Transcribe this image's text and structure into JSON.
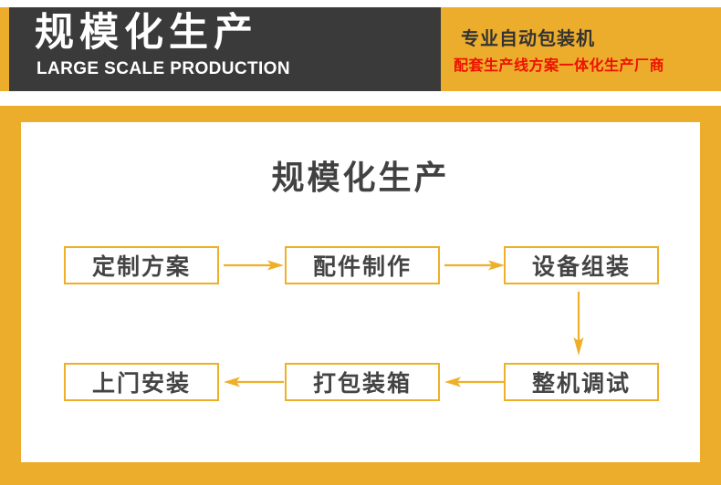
{
  "banner": {
    "title_cn": "规模化生产",
    "title_en": "LARGE SCALE PRODUCTION",
    "subtitle_main": "专业自动包装机",
    "subtitle_red": "配套生产线方案一体化生产厂商",
    "dark_color": "#3a3a3a",
    "yellow_color": "#edad2c",
    "red_color": "#ee1100"
  },
  "section": {
    "title": "规模化生产",
    "title_color": "#414141",
    "frame_color": "#edad2c",
    "box_border_color": "#eeb028",
    "box_text_color": "#444444",
    "arrow_color": "#eeb028"
  },
  "flow": {
    "steps": [
      {
        "label": "定制方案",
        "order": 1
      },
      {
        "label": "配件制作",
        "order": 2
      },
      {
        "label": "设备组装",
        "order": 3
      },
      {
        "label": "整机调试",
        "order": 4
      },
      {
        "label": "打包装箱",
        "order": 5
      },
      {
        "label": "上门安装",
        "order": 6
      }
    ],
    "connectors": [
      {
        "from": "定制方案",
        "to": "配件制作",
        "direction": "right"
      },
      {
        "from": "配件制作",
        "to": "设备组装",
        "direction": "right"
      },
      {
        "from": "设备组装",
        "to": "整机调试",
        "direction": "down"
      },
      {
        "from": "整机调试",
        "to": "打包装箱",
        "direction": "left"
      },
      {
        "from": "打包装箱",
        "to": "上门安装",
        "direction": "left"
      }
    ]
  }
}
